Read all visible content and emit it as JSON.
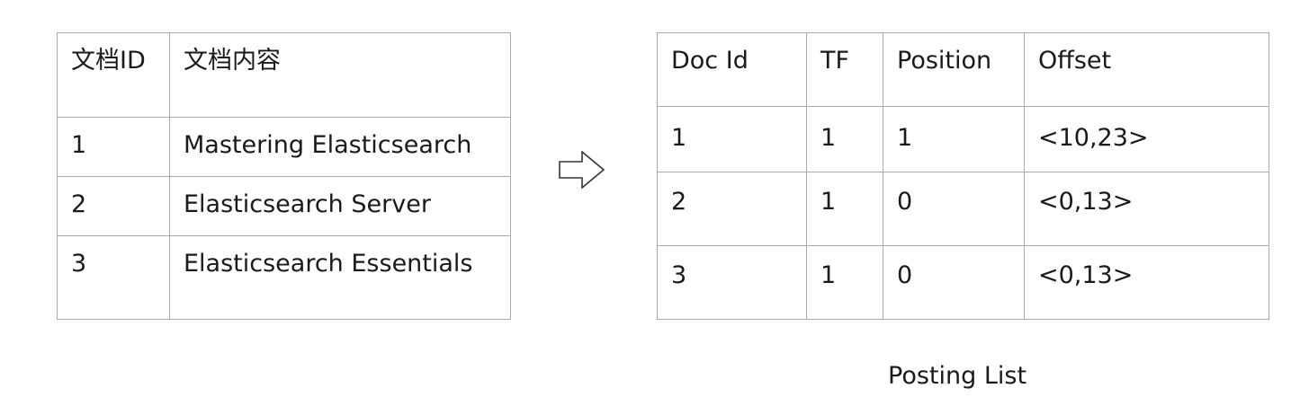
{
  "doc_table": {
    "headers": [
      "文档ID",
      "文档内容"
    ],
    "rows": [
      [
        "1",
        "Mastering Elasticsearch"
      ],
      [
        "2",
        "Elasticsearch Server"
      ],
      [
        "3",
        "Elasticsearch Essentials"
      ]
    ]
  },
  "posting_table": {
    "headers": [
      "Doc Id",
      "TF",
      "Position",
      "Offset"
    ],
    "rows": [
      [
        "1",
        "1",
        "1",
        "<10,23>"
      ],
      [
        "2",
        "1",
        "0",
        "<0,13>"
      ],
      [
        "3",
        "1",
        "0",
        "<0,13>"
      ]
    ]
  },
  "arrow": {
    "icon": "right-arrow-icon"
  },
  "caption": "Posting List"
}
